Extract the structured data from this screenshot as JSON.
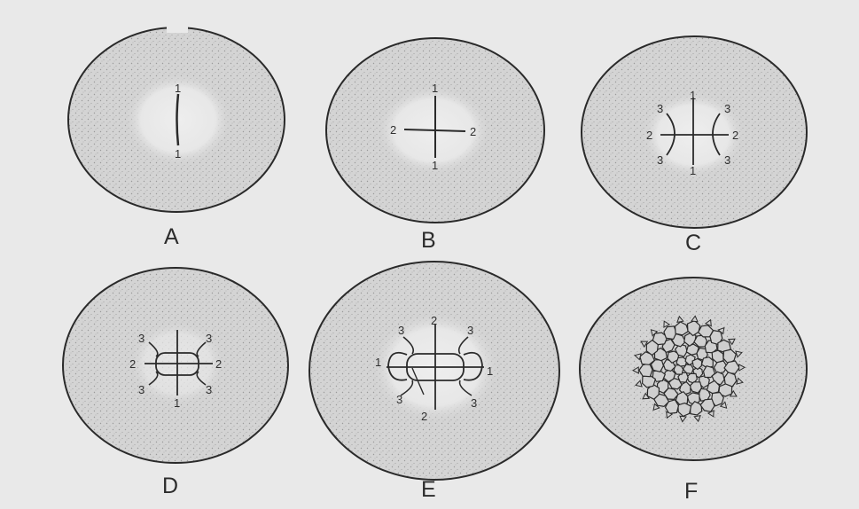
{
  "panels": [
    {
      "letter": "A",
      "labels": [
        "1",
        "1"
      ]
    },
    {
      "letter": "B",
      "labels": [
        "1",
        "1",
        "2",
        "2"
      ]
    },
    {
      "letter": "C",
      "labels": [
        "1",
        "1",
        "2",
        "2",
        "3",
        "3",
        "3",
        "3"
      ]
    },
    {
      "letter": "D",
      "labels": [
        "1",
        "2",
        "2",
        "3",
        "3",
        "3",
        "3"
      ]
    },
    {
      "letter": "E",
      "labels": [
        "1",
        "1",
        "2",
        "2",
        "3",
        "3",
        "3",
        "3"
      ]
    },
    {
      "letter": "F",
      "labels": []
    }
  ],
  "colors": {
    "background": "#e9e9e9",
    "ink": "#2a2a2a",
    "stipple": "#9a9a9a",
    "cell_fill": "#d3d3d3",
    "center_clear": "#ededed"
  }
}
